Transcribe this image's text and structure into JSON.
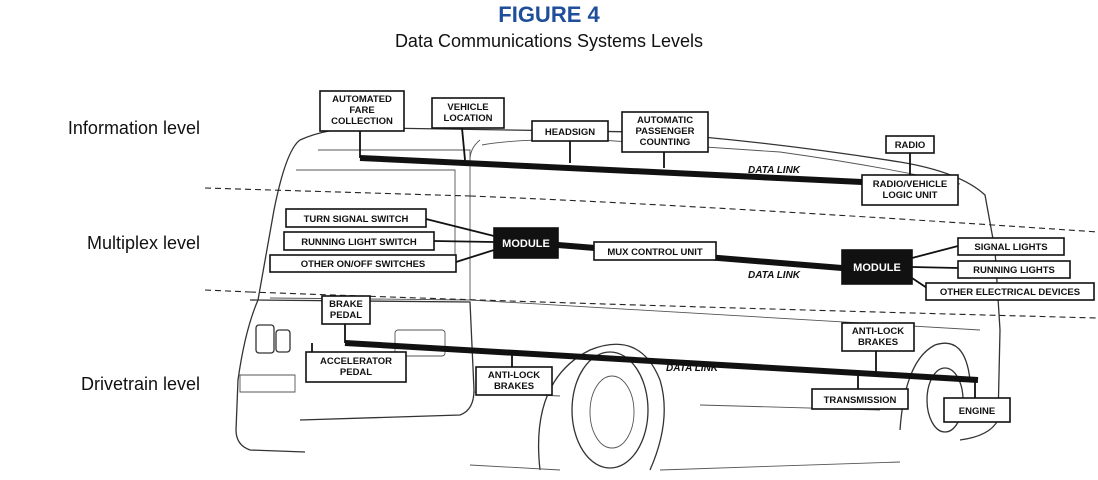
{
  "figure": {
    "title": "FIGURE 4",
    "subtitle": "Data Communications Systems Levels"
  },
  "levels": {
    "information": "Information level",
    "multiplex": "Multiplex level",
    "drivetrain": "Drivetrain level"
  },
  "components": {
    "automated_fare_1": "AUTOMATED",
    "automated_fare_2": "FARE",
    "automated_fare_3": "COLLECTION",
    "vehicle_location_1": "VEHICLE",
    "vehicle_location_2": "LOCATION",
    "headsign": "HEADSIGN",
    "apc_1": "AUTOMATIC",
    "apc_2": "PASSENGER",
    "apc_3": "COUNTING",
    "radio": "RADIO",
    "radio_logic_1": "RADIO/VEHICLE",
    "radio_logic_2": "LOGIC UNIT",
    "turn_signal_switch": "TURN SIGNAL SWITCH",
    "running_light_switch": "RUNNING LIGHT SWITCH",
    "other_switches": "OTHER ON/OFF SWITCHES",
    "module_left": "MODULE",
    "mux_control": "MUX CONTROL UNIT",
    "module_right": "MODULE",
    "signal_lights": "SIGNAL LIGHTS",
    "running_lights": "RUNNING LIGHTS",
    "other_electrical": "OTHER ELECTRICAL DEVICES",
    "brake_pedal_1": "BRAKE",
    "brake_pedal_2": "PEDAL",
    "accel_pedal_1": "ACCELERATOR",
    "accel_pedal_2": "PEDAL",
    "antilock_left_1": "ANTI-LOCK",
    "antilock_left_2": "BRAKES",
    "antilock_right_1": "ANTI-LOCK",
    "antilock_right_2": "BRAKES",
    "transmission": "TRANSMISSION",
    "engine": "ENGINE"
  },
  "data_links": {
    "information": "DATA LINK",
    "multiplex": "DATA LINK",
    "drivetrain": "DATA LINK"
  }
}
